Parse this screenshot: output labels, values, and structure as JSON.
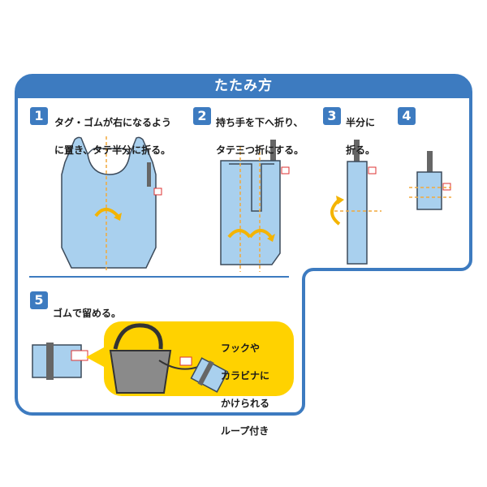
{
  "title": "たたみ方",
  "steps": [
    {
      "num": "1",
      "text": "タグ・ゴムが右になるように置き、タテ半分に折る。",
      "line1": "タグ・ゴムが右になるよう",
      "line2": "に置き、タテ半分に折る。"
    },
    {
      "num": "2",
      "text": "持ち手を下へ折り、タテ三つ折にする。",
      "line1": "持ち手を下へ折り、",
      "line2": "タテ三つ折にする。"
    },
    {
      "num": "3",
      "text": "半分に折る。",
      "line1": "半分に",
      "line2": "折る。"
    },
    {
      "num": "4",
      "text": ""
    },
    {
      "num": "5",
      "text": "ゴムで留める。",
      "line1": "ゴムで留める。",
      "line2": ""
    }
  ],
  "callout": {
    "line1": "フックや",
    "line2": "カラビナに",
    "line3": "かけられる",
    "line4": "ループ付き"
  },
  "colors": {
    "frame": "#3d7bc0",
    "bag": "#a9d0ee",
    "bag_outline": "#3c4a5a",
    "fold_line": "#f2a93b",
    "arrow": "#f4b400",
    "callout_bg": "#ffd200",
    "basket": "#8a8a8a"
  },
  "icons": [
    "fold-arrow-icon",
    "tag-icon",
    "rubber-band-icon"
  ]
}
